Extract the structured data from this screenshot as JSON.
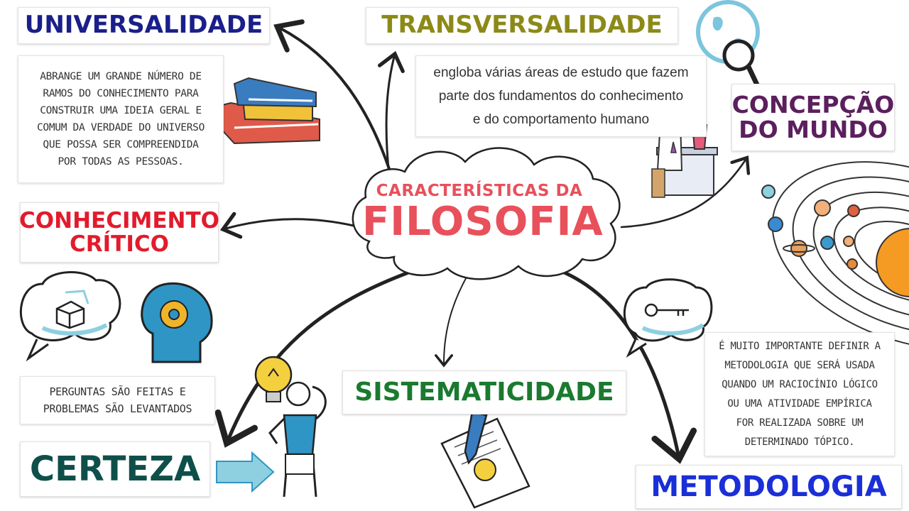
{
  "center": {
    "line1": "CARACTERÍSTICAS DA",
    "line2": "FILOSOFIA"
  },
  "topics": {
    "universalidade": {
      "title": "UNIVERSALIDADE",
      "color": "#1a1f8a",
      "note": "ABRANGE UM GRANDE NÚMERO DE\nRAMOS DO CONHECIMENTO PARA\nCONSTRUIR UMA IDEIA GERAL E\nCOMUM DA VERDADE DO UNIVERSO\nQUE POSSA SER COMPREENDIDA\nPOR TODAS AS PESSOAS."
    },
    "transversalidade": {
      "title": "TRANSVERSALIDADE",
      "color": "#8c8a17",
      "note": "engloba várias áreas de estudo que fazem\nparte dos fundamentos do conhecimento\ne do comportamento humano"
    },
    "concepcao": {
      "title": "CONCEPÇÃO\nDO MUNDO",
      "color": "#5b1f5e"
    },
    "conhecimento": {
      "title": "CONHECIMENTO\nCRÍTICO",
      "color": "#e21b2c",
      "note": "PERGUNTAS SÃO FEITAS E\nPROBLEMAS SÃO LEVANTADOS"
    },
    "certeza": {
      "title": "CERTEZA",
      "color": "#0f4f4a"
    },
    "sistematicidade": {
      "title": "SISTEMATICIDADE",
      "color": "#1a7a2f"
    },
    "metodologia": {
      "title": "METODOLOGIA",
      "color": "#1a2fd8",
      "note": "É MUITO IMPORTANTE DEFINIR A\nMETODOLOGIA QUE SERÁ USADA\nQUANDO UM RACIOCÍNIO LÓGICO\nOU UMA ATIVIDADE EMPÍRICA\nFOR REALIZADA SOBRE UM\nDETERMINADO TÓPICO."
    }
  },
  "icons": [
    "books-icon",
    "globe-magnifier-icon",
    "scientists-icon",
    "solar-system-icon",
    "thought-box-icon",
    "gear-head-icon",
    "key-thought-icon",
    "lightbulb-icon",
    "thinking-person-icon",
    "pencil-paper-icon",
    "arrow-right-icon"
  ],
  "colors": {
    "accent": "#e8505b",
    "arrow": "#222222",
    "planet_sun": "#f59a23",
    "thought_blue": "#8ecfe0"
  }
}
